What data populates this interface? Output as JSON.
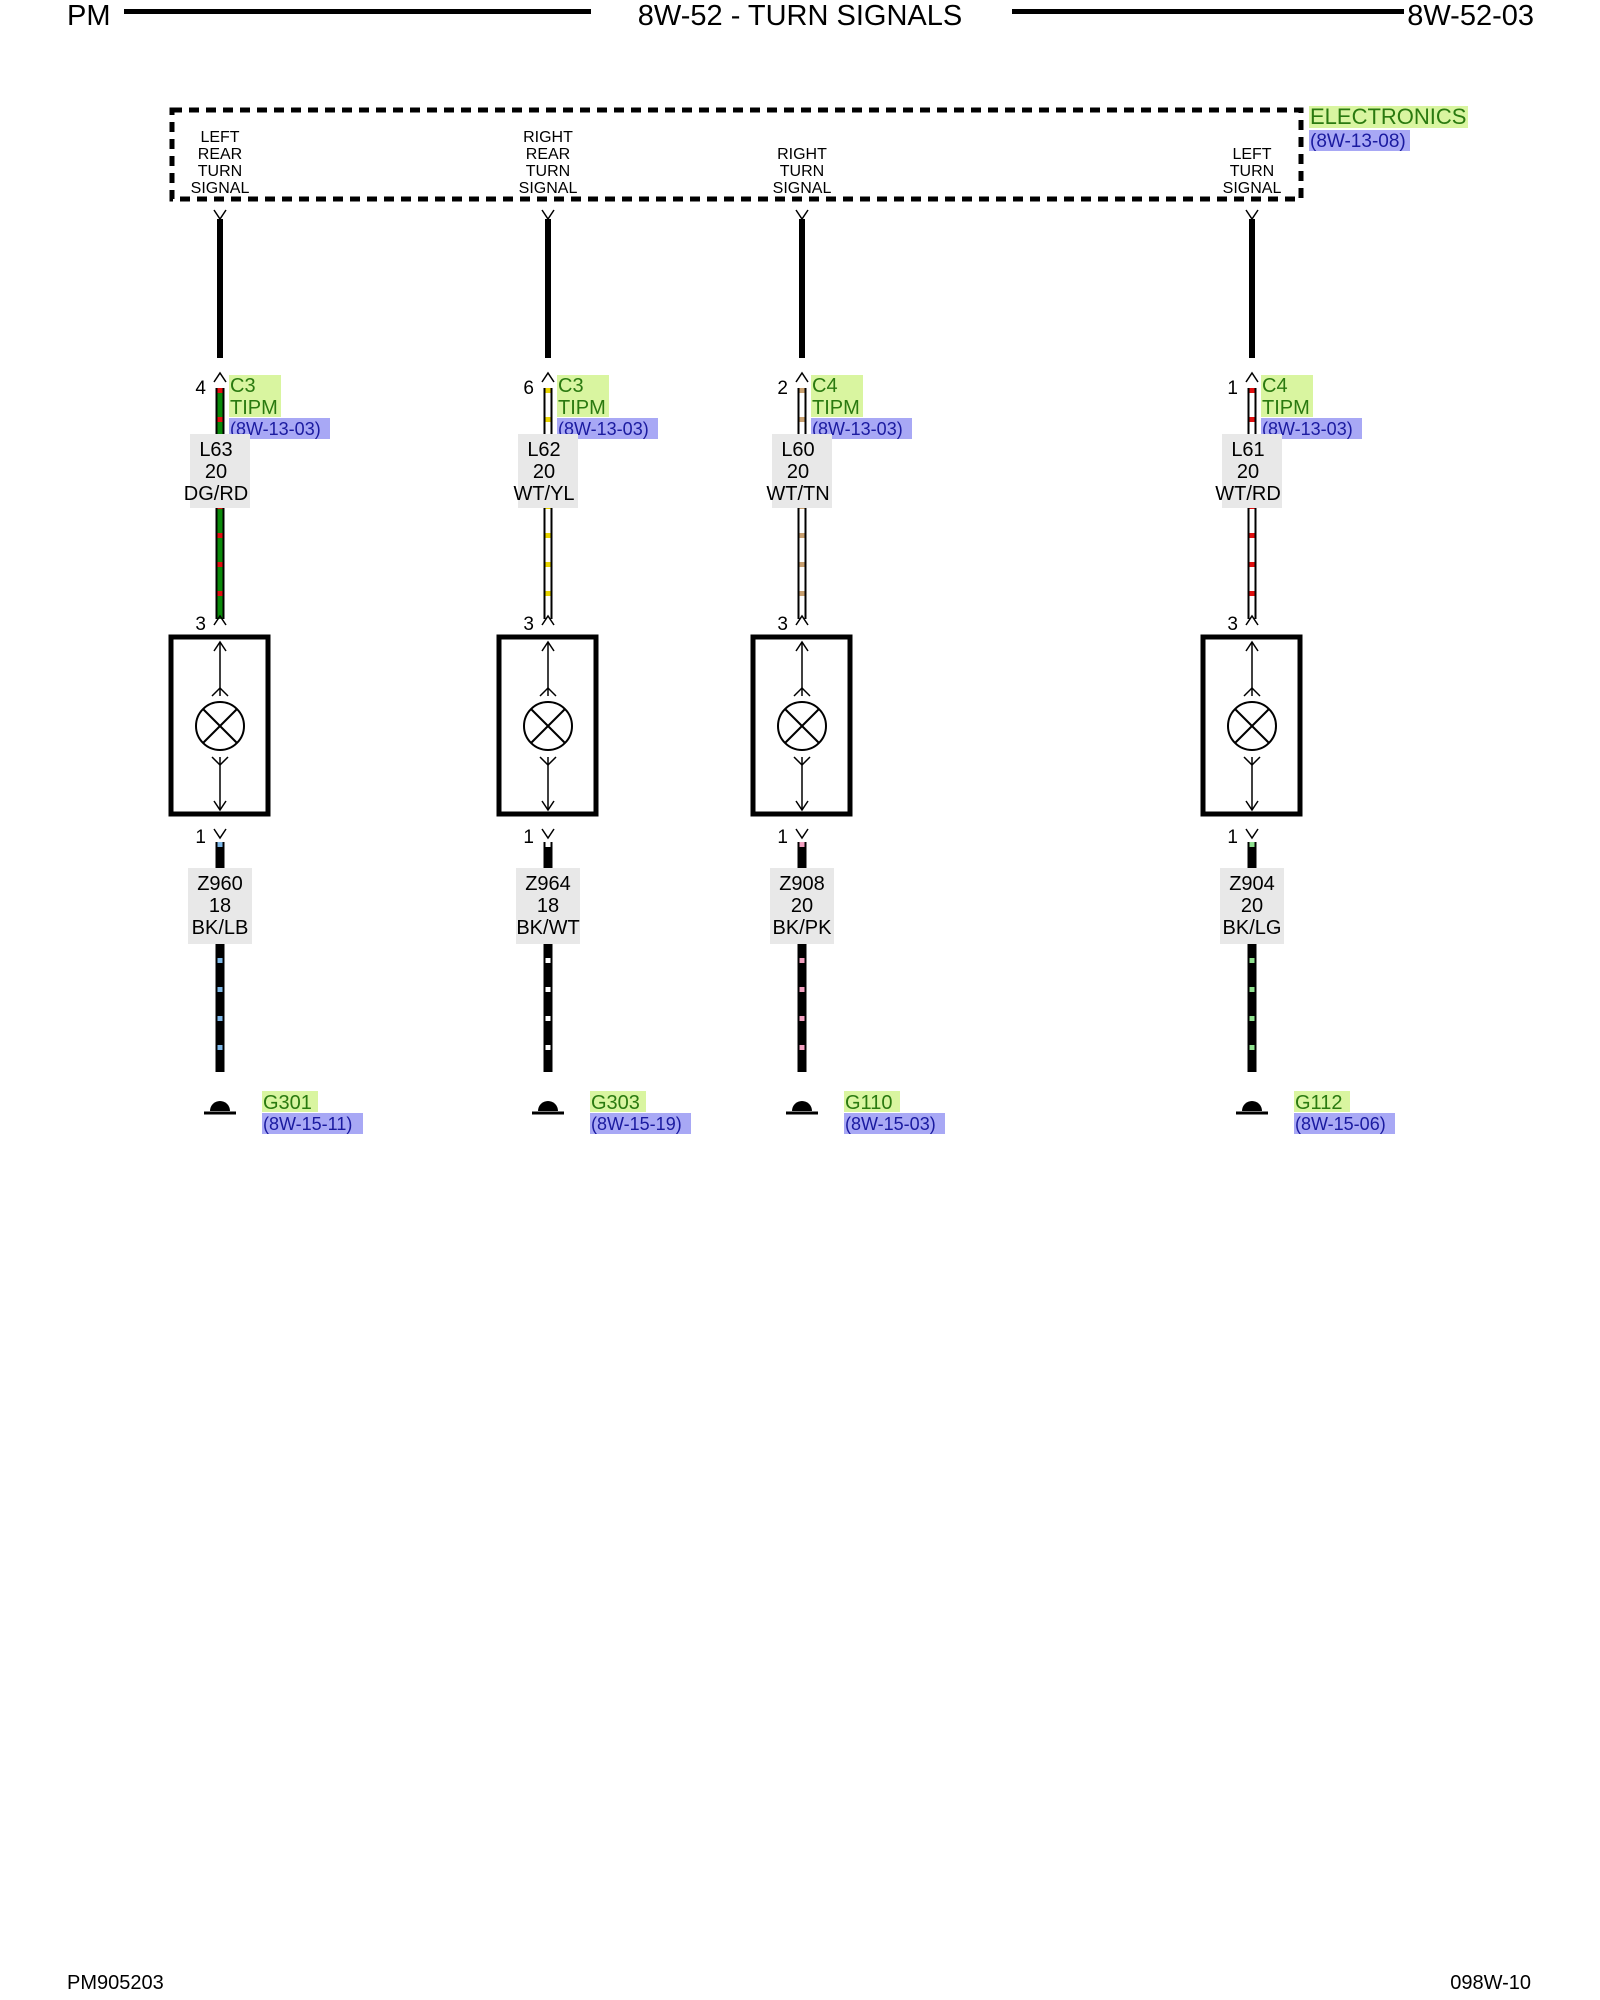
{
  "header": {
    "left": "PM",
    "title": "8W-52 - TURN SIGNALS",
    "right": "8W-52-03"
  },
  "footer": {
    "left": "PM905203",
    "right": "098W-10"
  },
  "module": {
    "name": "ELECTRONICS",
    "ref": "(8W-13-08)"
  },
  "circuits": [
    {
      "signal": [
        "LEFT",
        "REAR",
        "TURN",
        "SIGNAL"
      ],
      "upper_pin": "4",
      "connector": "C3",
      "device": "TIPM",
      "connector_ref": "(8W-13-03)",
      "wire_id": "L63",
      "gauge": "20",
      "color": "DG/RD",
      "wire_base": "#0a8a0a",
      "wire_stripe": "#e01010",
      "lamp_top_pin": "3",
      "lamp_bottom_pin": "1",
      "ground_wire_id": "Z960",
      "ground_gauge": "18",
      "ground_color": "BK/LB",
      "ground_stripe": "#7fb8e8",
      "ground": "G301",
      "ground_ref": "(8W-15-11)"
    },
    {
      "signal": [
        "RIGHT",
        "REAR",
        "TURN",
        "SIGNAL"
      ],
      "upper_pin": "6",
      "connector": "C3",
      "device": "TIPM",
      "connector_ref": "(8W-13-03)",
      "wire_id": "L62",
      "gauge": "20",
      "color": "WT/YL",
      "wire_base": "#ffffff",
      "wire_stripe": "#e8d400",
      "lamp_top_pin": "3",
      "lamp_bottom_pin": "1",
      "ground_wire_id": "Z964",
      "ground_gauge": "18",
      "ground_color": "BK/WT",
      "ground_stripe": "#ffffff",
      "ground": "G303",
      "ground_ref": "(8W-15-19)"
    },
    {
      "signal": [
        "RIGHT",
        "TURN",
        "SIGNAL"
      ],
      "upper_pin": "2",
      "connector": "C4",
      "device": "TIPM",
      "connector_ref": "(8W-13-03)",
      "wire_id": "L60",
      "gauge": "20",
      "color": "WT/TN",
      "wire_base": "#ffffff",
      "wire_stripe": "#c8a070",
      "lamp_top_pin": "3",
      "lamp_bottom_pin": "1",
      "ground_wire_id": "Z908",
      "ground_gauge": "20",
      "ground_color": "BK/PK",
      "ground_stripe": "#f2a0c0",
      "ground": "G110",
      "ground_ref": "(8W-15-03)"
    },
    {
      "signal": [
        "LEFT",
        "TURN",
        "SIGNAL"
      ],
      "upper_pin": "1",
      "connector": "C4",
      "device": "TIPM",
      "connector_ref": "(8W-13-03)",
      "wire_id": "L61",
      "gauge": "20",
      "color": "WT/RD",
      "wire_base": "#ffffff",
      "wire_stripe": "#e01010",
      "lamp_top_pin": "3",
      "lamp_bottom_pin": "1",
      "ground_wire_id": "Z904",
      "ground_gauge": "20",
      "ground_color": "BK/LG",
      "ground_stripe": "#8ee08e",
      "ground": "G112",
      "ground_ref": "(8W-15-06)"
    }
  ],
  "colors": {
    "wire": "#000000",
    "label_bg": "#e8e8e8",
    "name_highlight": "#d9f5a0",
    "ref_highlight": "#a8a8f5",
    "name_text": "#2a7a10",
    "ref_text": "#1a1aa0"
  }
}
